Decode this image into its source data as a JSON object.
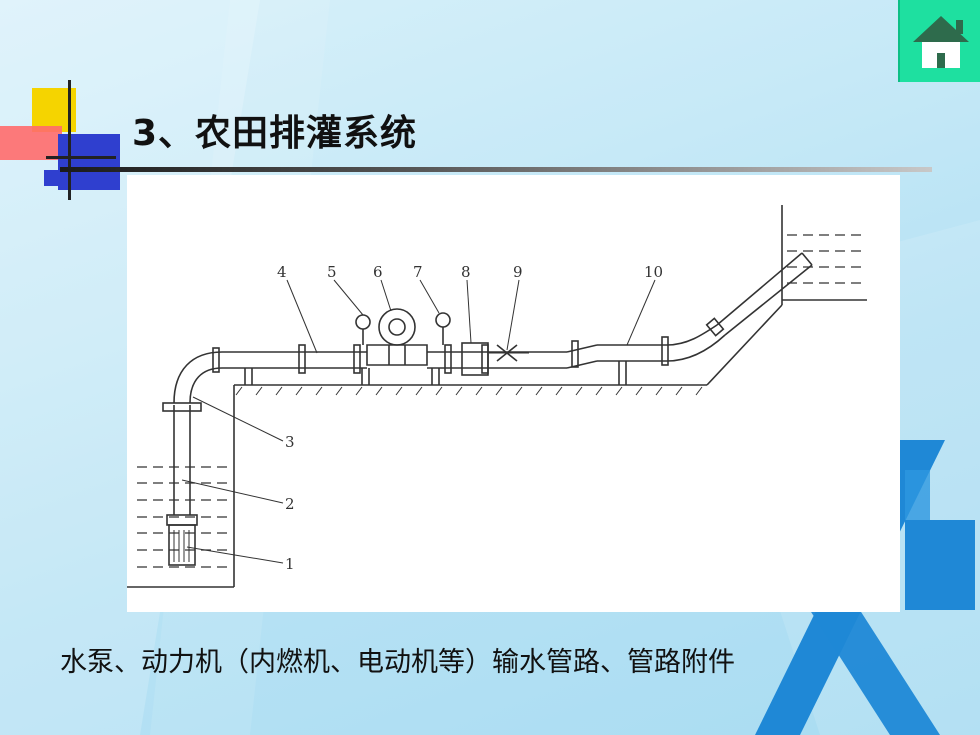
{
  "slide": {
    "title": "3、农田排灌系统",
    "caption": "水泵、动力机（内燃机、电动机等）输水管路、管路附件"
  },
  "diagram": {
    "labels": [
      "1",
      "2",
      "3",
      "4",
      "5",
      "6",
      "7",
      "8",
      "9",
      "10"
    ]
  },
  "icons": {
    "home": "home-icon"
  },
  "colors": {
    "home_button": "#1ee0a0",
    "background": "#c6e9f7",
    "accent_blue": "#1a7fd0"
  }
}
